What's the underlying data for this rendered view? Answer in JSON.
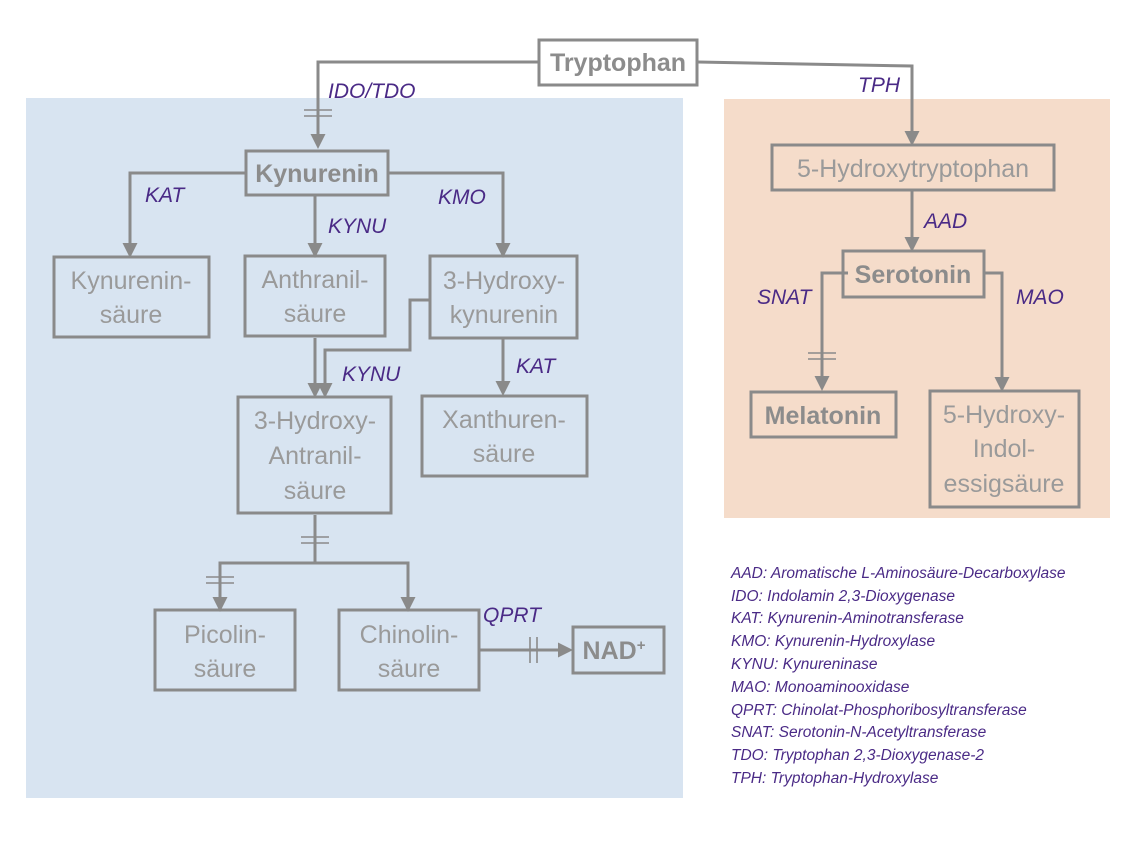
{
  "nodes": {
    "tryptophan": "Tryptophan",
    "kynurenin": "Kynurenin",
    "kynureninsaeure": [
      "Kynurenin-",
      "säure"
    ],
    "anthranilsaeure": [
      "Anthranil-",
      "säure"
    ],
    "hydroxykynurenin": [
      "3-Hydroxy-",
      "kynurenin"
    ],
    "hydroxyanthranilsaeure": [
      "3-Hydroxy-",
      "Antranil-",
      "säure"
    ],
    "xanthurensaeure": [
      "Xanthuren-",
      "säure"
    ],
    "picolinsaeure": [
      "Picolin-",
      "säure"
    ],
    "chinolinsaeure": [
      "Chinolin-",
      "säure"
    ],
    "nad": {
      "base": "NAD",
      "sup": "+"
    },
    "hydroxytryptophan": "5-Hydroxytryptophan",
    "serotonin": "Serotonin",
    "melatonin": "Melatonin",
    "hiaa": [
      "5-Hydroxy-",
      "Indol-",
      "essigsäure"
    ]
  },
  "enzymes": {
    "ido_tdo": "IDO/TDO",
    "tph": "TPH",
    "kat1": "KAT",
    "kynu1": "KYNU",
    "kmo": "KMO",
    "kynu2": "KYNU",
    "kat2": "KAT",
    "qprt": "QPRT",
    "aad": "AAD",
    "snat": "SNAT",
    "mao": "MAO"
  },
  "legend": [
    "AAD: Aromatische L-Aminosäure-Decarboxylase",
    "IDO: Indolamin 2,3-Dioxygenase",
    "KAT: Kynurenin-Aminotransferase",
    "KMO: Kynurenin-Hydroxylase",
    "KYNU: Kynureninase",
    "MAO: Monoaminooxidase",
    "QPRT: Chinolat-Phosphoribosyltransferase",
    "SNAT: Serotonin-N-Acetyltransferase",
    "TDO: Tryptophan 2,3-Dioxygenase-2",
    "TPH: Tryptophan-Hydroxylase"
  ],
  "colors": {
    "left_panel": "#d8e4f1",
    "right_panel": "#f5dcca",
    "box_stroke": "#8a8a8a",
    "box_text": "#9a9a9a",
    "enzyme_text": "#4a2a86"
  }
}
